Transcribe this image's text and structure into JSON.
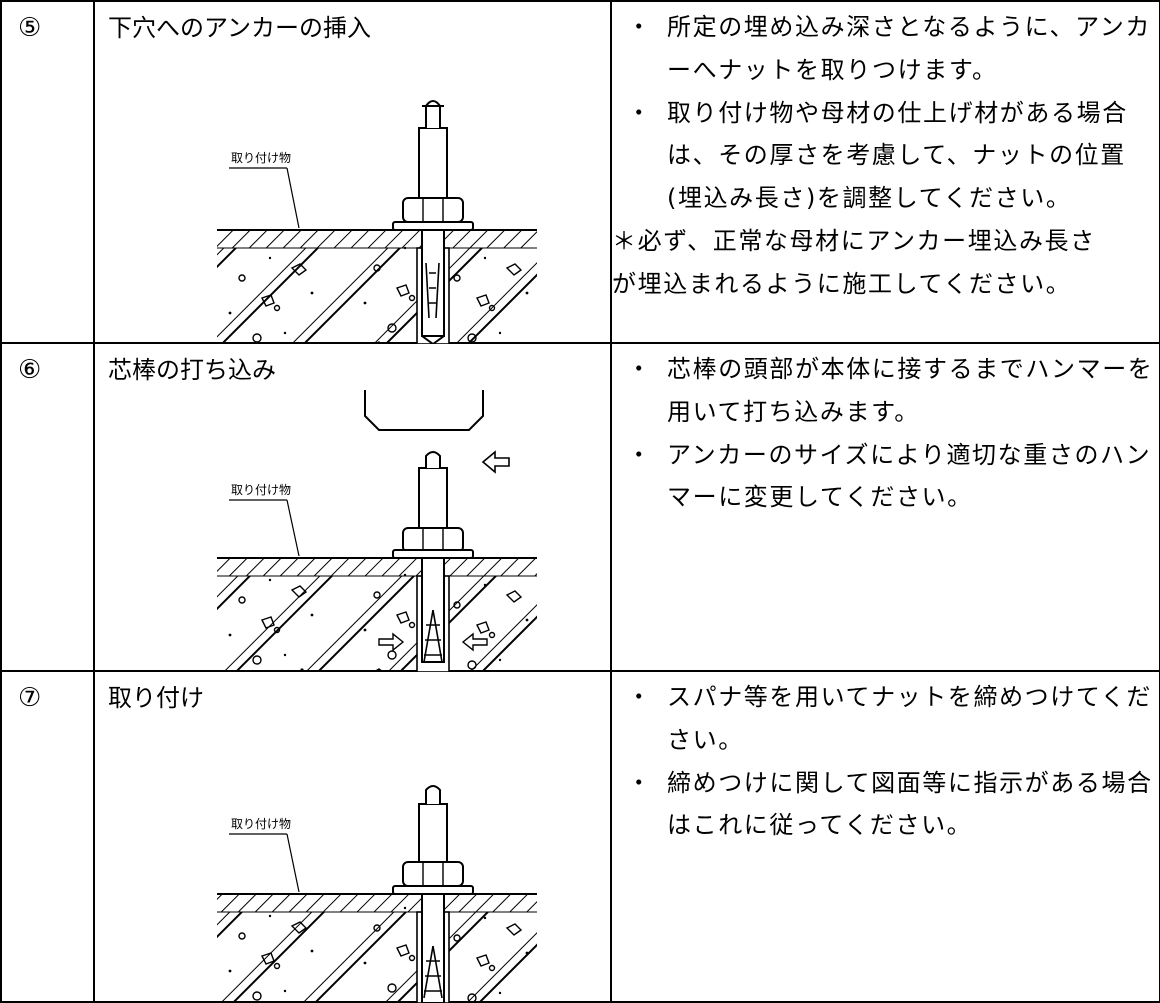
{
  "steps": [
    {
      "number": "⑤",
      "title": "下穴へのアンカーの挿入",
      "figure_label": "取り付け物",
      "instructions": [
        "所定の埋め込み深さとなるように、アンカーへナットを取りつけます。",
        "取り付け物や母材の仕上げ材がある場合は、その厚さを考慮して、ナットの位置(埋込み長さ)を調整してください。"
      ],
      "note": [
        "＊必ず、正常な母材にアンカー埋込み長さ",
        "が埋込まれるように施工してください。"
      ]
    },
    {
      "number": "⑥",
      "title": "芯棒の打ち込み",
      "figure_label": "取り付け物",
      "instructions": [
        "芯棒の頭部が本体に接するまでハンマーを用いて打ち込みます。",
        "アンカーのサイズにより適切な重さのハンマーに変更してください。"
      ]
    },
    {
      "number": "⑦",
      "title": "取り付け",
      "figure_label": "取り付け物",
      "instructions": [
        "スパナ等を用いてナットを締めつけてください。",
        "締めつけに関して図面等に指示がある場合はこれに従ってください。"
      ]
    }
  ],
  "bullet_glyph": "・"
}
